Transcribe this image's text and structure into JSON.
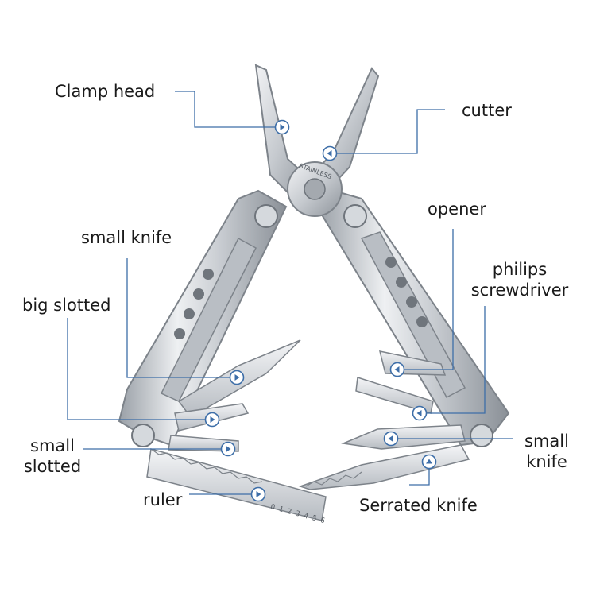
{
  "colors": {
    "leader_line": "#3d6ea8",
    "marker_fill": "#ffffff",
    "marker_stroke": "#3d6ea8",
    "steel_light": "#e6e8eb",
    "steel_mid": "#c4c8cd",
    "steel_dark": "#8f959c",
    "label_text": "#1a1a1a"
  },
  "icons": {
    "marker": "arrow-marker-icon"
  },
  "labels": {
    "clamp_head": "Clamp head",
    "cutter": "cutter",
    "opener": "opener",
    "small_knife_left": "small knife",
    "philips_line1": "philips",
    "philips_line2": "screwdriver",
    "big_slotted": "big slotted",
    "small_slotted_line1": "small",
    "small_slotted_line2": "slotted",
    "small_knife_right_line1": "small",
    "small_knife_right_line2": "knife",
    "ruler": "ruler",
    "serrated_knife": "Serrated knife"
  },
  "tool_engraving": {
    "brand": "STAINLESS",
    "ruler_marks": "0 1 2 3 4 5 6"
  }
}
